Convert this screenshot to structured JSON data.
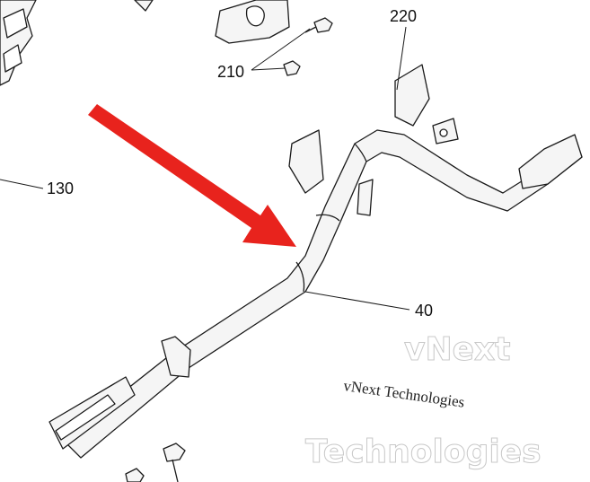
{
  "callouts": {
    "c220": "220",
    "c210": "210",
    "c130": "130",
    "c40": "40"
  },
  "watermark": {
    "primary": "vNext Technologies",
    "outline_line1": "vNext",
    "outline_line2": "Technologies"
  },
  "colors": {
    "arrow": "#e8231d",
    "line": "#1a1a1a",
    "part_fill": "#f4f4f4"
  }
}
